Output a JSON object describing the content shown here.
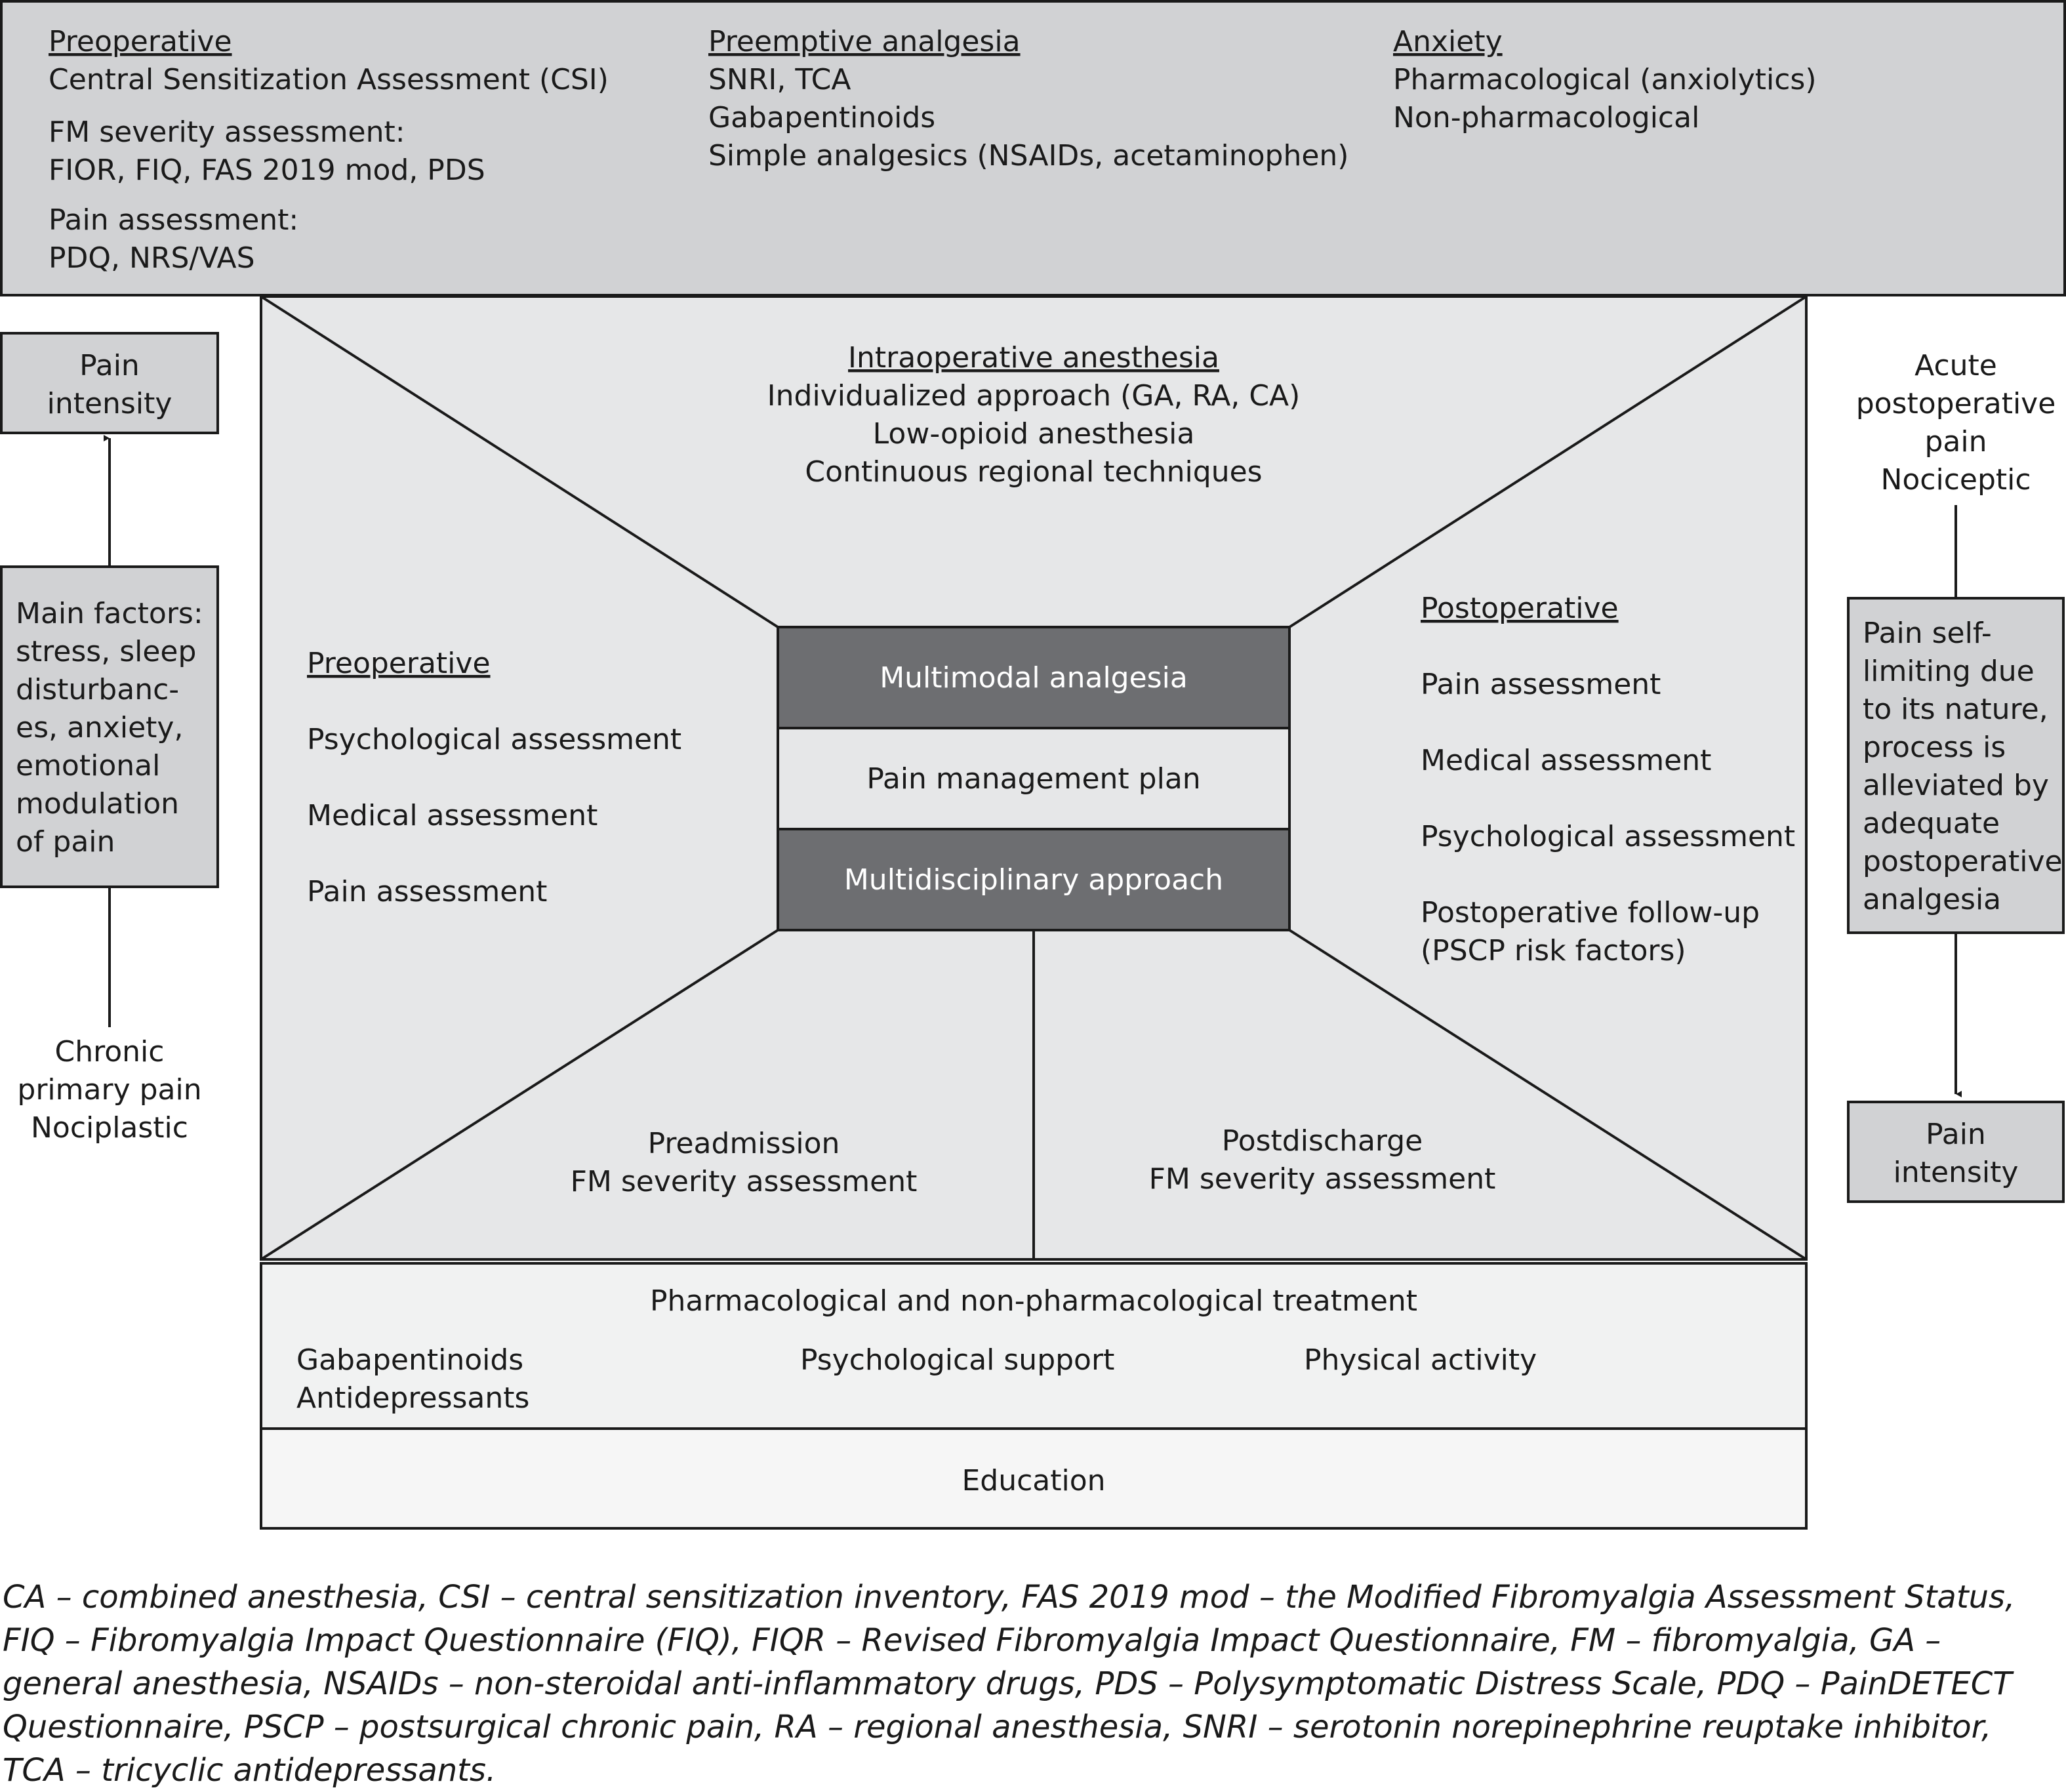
{
  "top_box": {
    "col1": {
      "heading": "Preoperative",
      "lines": [
        "Central Sensitization Assessment (CSI)",
        "FM severity assessment:",
        "FIOR, FIQ, FAS 2019 mod, PDS",
        "Pain assessment:",
        "PDQ, NRS/VAS"
      ]
    },
    "col2": {
      "heading": "Preemptive analgesia",
      "lines": [
        "SNRI, TCA",
        "Gabapentinoids",
        "Simple analgesics (NSAIDs, acetaminophen)"
      ]
    },
    "col3": {
      "heading": "Anxiety",
      "lines": [
        "Pharmacological (anxiolytics)",
        "Non-pharmacological"
      ]
    }
  },
  "left_panel": {
    "pain_intensity": [
      "Pain",
      "intensity"
    ],
    "main_factors": [
      "Main factors:",
      "stress, sleep",
      "disturbanc-",
      "es, anxiety,",
      "emotional",
      "modulation",
      "of pain"
    ],
    "chronic": [
      "Chronic",
      "primary pain",
      "Nociplastic"
    ]
  },
  "right_panel": {
    "acute": [
      "Acute",
      "postoperative",
      "pain",
      "Nociceptic"
    ],
    "self_limiting": [
      "Pain self-",
      "limiting due",
      "to its nature,",
      "process is",
      "alleviated by",
      "adequate",
      "postoperative",
      "analgesia"
    ],
    "pain_intensity": [
      "Pain",
      "intensity"
    ]
  },
  "center": {
    "intraoperative": {
      "heading": "Intraoperative anesthesia",
      "lines": [
        "Individualized approach (GA, RA, CA)",
        "Low-opioid anesthesia",
        "Continuous regional techniques"
      ]
    },
    "preoperative": {
      "heading": "Preoperative",
      "lines": [
        "Psychological assessment",
        "Medical assessment",
        "Pain assessment"
      ]
    },
    "postoperative": {
      "heading": "Postoperative",
      "lines": [
        "Pain assessment",
        "Medical assessment",
        "Psychological assessment",
        "Postoperative follow-up",
        "(PSCP risk factors)"
      ]
    },
    "preadmission": [
      "Preadmission",
      "FM severity assessment"
    ],
    "postdischarge": [
      "Postdischarge",
      "FM severity assessment"
    ],
    "core": {
      "multimodal": "Multimodal analgesia",
      "plan": "Pain management plan",
      "multidisciplinary": "Multidisciplinary approach"
    }
  },
  "treatment": {
    "title": "Pharmacological and non-pharmacological treatment",
    "col1": [
      "Gabapentinoids",
      "Antidepressants"
    ],
    "col2": "Psychological support",
    "col3": "Physical activity"
  },
  "education": "Education",
  "footnote": "CA – combined anesthesia, CSI – central sensitization inventory, FAS 2019 mod – the Modified Fibromyalgia Assessment Status, FIQ – Fibromyalgia Impact Questionnaire (FIQ), FIQR – Revised Fibromyalgia Impact Questionnaire, FM – fibromyalgia, GA – general anesthesia, NSAIDs – non-steroidal anti-inflammatory drugs, PDS – Polysymptomatic Distress Scale, PDQ – PainDETECT Questionnaire, PSCP – postsurgical chronic pain, RA – regional anesthesia, SNRI – serotonin norepinephrine reuptake inhibitor, TCA – tricyclic antidepressants.",
  "colors": {
    "top_box": "#d1d2d4",
    "center_panel": "#e6e7e8",
    "side_box": "#d1d2d4",
    "dark_band": "#6d6e71",
    "light_band": "#e6e7e8",
    "treatment_box": "#f1f2f2",
    "education_box": "#f6f6f6",
    "stroke": "#1a1a1a"
  }
}
